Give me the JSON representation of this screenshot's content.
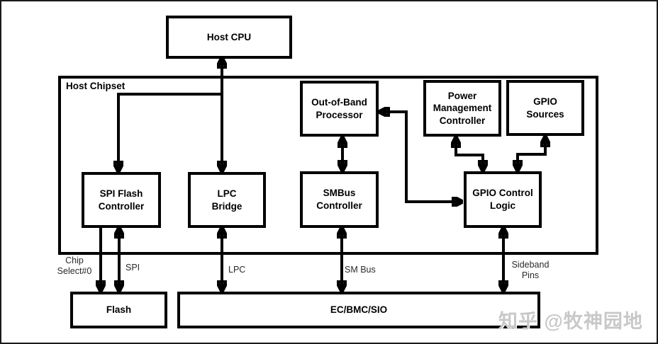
{
  "diagram": {
    "nodes": {
      "host_cpu": "Host CPU",
      "host_chipset": "Host Chipset",
      "oob_processor": "Out-of-Band Processor",
      "power_mgmt": "Power Management Controller",
      "gpio_sources": "GPIO Sources",
      "spi_flash_controller": "SPI Flash Controller",
      "lpc_bridge": "LPC Bridge",
      "smbus_controller": "SMBus Controller",
      "gpio_control_logic": "GPIO Control Logic",
      "flash": "Flash",
      "ec_bmc_sio": "EC/BMC/SIO"
    },
    "bus_labels": {
      "chip_select": "Chip Select#0",
      "spi": "SPI",
      "lpc": "LPC",
      "sm_bus": "SM Bus",
      "sideband": "Sideband Pins"
    },
    "connections": [
      {
        "from": "host_chipset",
        "to": "host_cpu",
        "bidirectional": true
      },
      {
        "from": "host_cpu_bus",
        "to": "spi_flash_controller",
        "bidirectional": false
      },
      {
        "from": "host_cpu_bus",
        "to": "lpc_bridge",
        "bidirectional": false
      },
      {
        "from": "oob_processor",
        "to": "gpio_control_logic",
        "bidirectional": true
      },
      {
        "from": "oob_processor",
        "to": "smbus_controller",
        "bidirectional": true
      },
      {
        "from": "power_mgmt",
        "to": "gpio_control_logic",
        "bidirectional": true
      },
      {
        "from": "gpio_sources",
        "to": "gpio_control_logic",
        "bidirectional": true
      },
      {
        "from": "spi_flash_controller",
        "to": "flash",
        "label": "Chip Select#0",
        "bidirectional": false
      },
      {
        "from": "spi_flash_controller",
        "to": "flash",
        "label": "SPI",
        "bidirectional": true
      },
      {
        "from": "lpc_bridge",
        "to": "ec_bmc_sio",
        "label": "LPC",
        "bidirectional": true
      },
      {
        "from": "smbus_controller",
        "to": "ec_bmc_sio",
        "label": "SM Bus",
        "bidirectional": true
      },
      {
        "from": "gpio_control_logic",
        "to": "ec_bmc_sio",
        "label": "Sideband Pins",
        "bidirectional": true
      }
    ],
    "watermark": "知乎 @牧神园地",
    "colors": {
      "line": "#000000",
      "background": "#ffffff",
      "watermark": "#c8c8c8"
    }
  }
}
